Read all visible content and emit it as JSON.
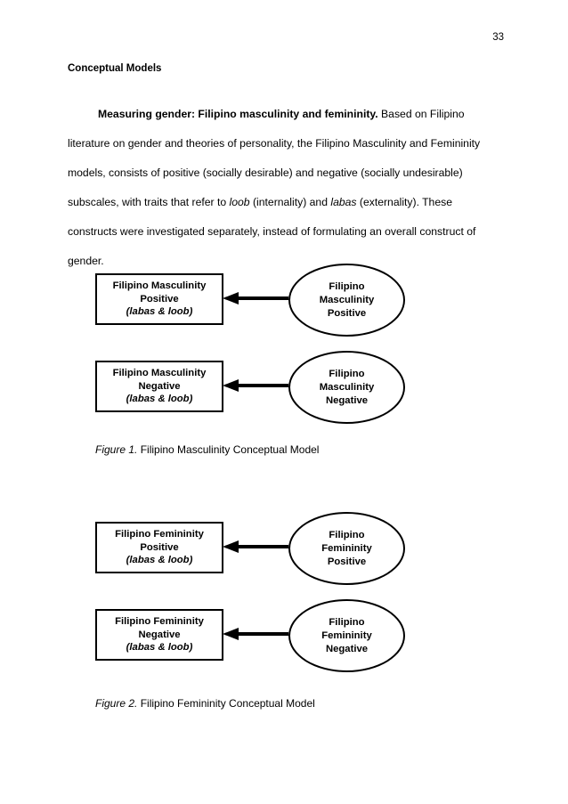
{
  "page": {
    "number": "33",
    "section_heading": "Conceptual Models"
  },
  "paragraph": {
    "lead_bold": "Measuring gender: Filipino masculinity and femininity.",
    "part1": "  Based on Filipino literature on gender and theories of personality, the Filipino Masculinity and Femininity models, consists of positive (socially desirable) and negative (socially undesirable) subscales, with traits that refer to ",
    "italic1": "loob",
    "part2": " (internality) and ",
    "italic2": "labas",
    "part3": " (externality). These constructs were investigated separately, instead of formulating an overall construct of gender."
  },
  "figures": [
    {
      "id": "figure-1",
      "caption_label": "Figure 1.",
      "caption_text": " Filipino Masculinity Conceptual Model",
      "rows": [
        {
          "box_line1": "Filipino Masculinity",
          "box_line2": "Positive",
          "box_line3": "(labas & loob)",
          "ellipse_line1": "Filipino",
          "ellipse_line2": "Masculinity",
          "ellipse_line3": "Positive",
          "arrow_direction": "left"
        },
        {
          "box_line1": "Filipino Masculinity",
          "box_line2": "Negative",
          "box_line3": "(labas & loob)",
          "ellipse_line1": "Filipino",
          "ellipse_line2": "Masculinity",
          "ellipse_line3": "Negative",
          "arrow_direction": "left"
        }
      ]
    },
    {
      "id": "figure-2",
      "caption_label": "Figure 2.",
      "caption_text": " Filipino Femininity Conceptual Model",
      "rows": [
        {
          "box_line1": "Filipino Femininity",
          "box_line2": "Positive",
          "box_line3": "(labas & loob)",
          "ellipse_line1": "Filipino",
          "ellipse_line2": "Femininity",
          "ellipse_line3": "Positive",
          "arrow_direction": "left"
        },
        {
          "box_line1": "Filipino Femininity",
          "box_line2": "Negative",
          "box_line3": "(labas & loob)",
          "ellipse_line1": "Filipino",
          "ellipse_line2": "Femininity",
          "ellipse_line3": "Negative",
          "arrow_direction": "left"
        }
      ]
    }
  ]
}
